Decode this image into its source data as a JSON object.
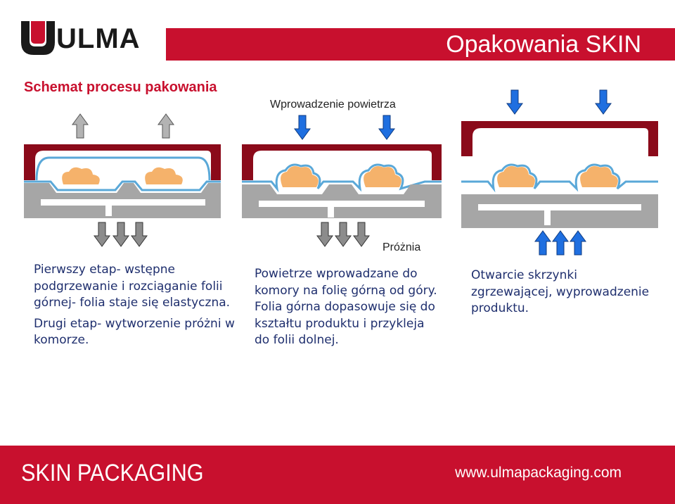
{
  "brand": {
    "logo_text": "ULMA",
    "accent_color": "#c8102e"
  },
  "header": {
    "title": "Opakowania SKIN"
  },
  "section_title": "Schemat procesu pakowania",
  "labels": {
    "air_intake": "Wprowadzenie powietrza",
    "vacuum": "Próżnia"
  },
  "steps": [
    {
      "lines": [
        "Pierwszy etap- wstępne podgrzewanie i rozciąganie folii górnej- folia staje się elastyczna.",
        "Drugi etap- wytworzenie próżni w komorze."
      ]
    },
    {
      "lines": [
        "Powietrze wprowadzane do komory na folię górną od góry. Folia górna dopasowuje się do kształtu produktu i przykleja do folii dolnej."
      ]
    },
    {
      "lines": [
        "Otwarcie skrzynki zgrzewającej, wyprowadzenie produktu."
      ]
    }
  ],
  "footer": {
    "title": "SKIN PACKAGING",
    "url": "www.ulmapackaging.com"
  },
  "colors": {
    "lid": "#8b0a1a",
    "tray": "#a6a6a6",
    "product": "#f5b26b",
    "film": "#5aa8d8",
    "arrow_down_air": "#1f6fe0",
    "arrow_grey": "#9a9a9a"
  }
}
